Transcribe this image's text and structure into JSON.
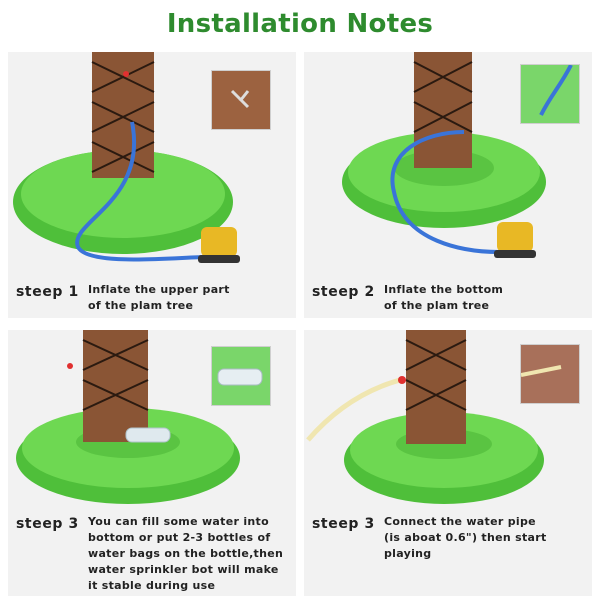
{
  "title": "Installation Notes",
  "colors": {
    "title": "#2e8b2e",
    "ring_green": "#5fcf45",
    "trunk_brown": "#8a5535",
    "hose_blue": "#3a74d8",
    "pump_yellow": "#e8b825",
    "panel_bg": "#f2f2f2"
  },
  "steps": [
    {
      "label": "steep 1",
      "lines": [
        "Inflate the upper part",
        "of the plam tree"
      ]
    },
    {
      "label": "steep 2",
      "lines": [
        "Inflate the bottom",
        "of the plam tree"
      ]
    },
    {
      "label": "steep 3",
      "lines": [
        "You can fill some water into",
        "bottom or put 2-3 bottles of",
        "water bags on the bottle,then",
        "water sprinkler bot will make",
        "it stable during use"
      ]
    },
    {
      "label": "steep 3",
      "lines": [
        "Connect the water pipe",
        "(is aboat 0.6\") then start",
        "playing"
      ]
    }
  ]
}
